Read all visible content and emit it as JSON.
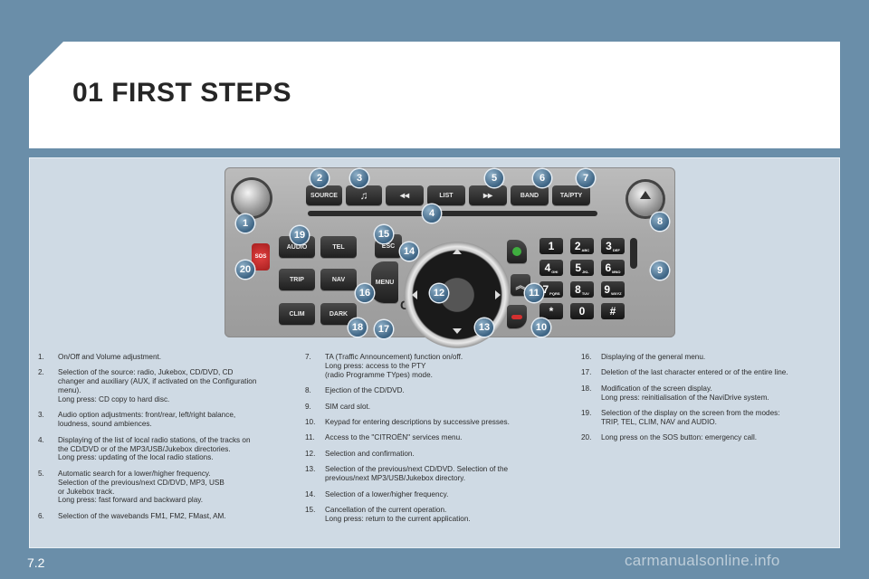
{
  "title": "01 FIRST STEPS",
  "device": {
    "buttons_top": [
      "SOURCE",
      "♫",
      "◂◂",
      "LIST",
      "▸▸",
      "BAND",
      "TA/PTY"
    ],
    "buttons_left": [
      "AUDIO",
      "TEL",
      "TRIP",
      "NAV",
      "CLIM",
      "DARK"
    ],
    "esc_label": "ESC",
    "menu_label": "MENU",
    "c_label": "C",
    "sos_label": "SOS",
    "keypad": [
      {
        "digit": "1",
        "letters": ""
      },
      {
        "digit": "2",
        "letters": "ABC"
      },
      {
        "digit": "3",
        "letters": "DEF"
      },
      {
        "digit": "4",
        "letters": "GHI"
      },
      {
        "digit": "5",
        "letters": "JKL"
      },
      {
        "digit": "6",
        "letters": "MNO"
      },
      {
        "digit": "7",
        "letters": "PQRS"
      },
      {
        "digit": "8",
        "letters": "TUV"
      },
      {
        "digit": "9",
        "letters": "WXYZ"
      },
      {
        "digit": "*",
        "letters": ""
      },
      {
        "digit": "0",
        "letters": ""
      },
      {
        "digit": "#",
        "letters": ""
      }
    ]
  },
  "callouts": [
    "1",
    "2",
    "3",
    "4",
    "5",
    "6",
    "7",
    "8",
    "9",
    "10",
    "11",
    "12",
    "13",
    "14",
    "15",
    "16",
    "17",
    "18",
    "19",
    "20"
  ],
  "columns": [
    [
      {
        "num": "1.",
        "text": "On/Off and Volume adjustment."
      },
      {
        "num": "2.",
        "text": "Selection of the source: radio, Jukebox, CD/DVD, CD\nchanger and auxiliary (AUX, if activated on the Configuration\nmenu).\nLong press: CD copy to hard disc."
      },
      {
        "num": "3.",
        "text": "Audio option adjustments: front/rear, left/right balance,\nloudness, sound ambiences."
      },
      {
        "num": "4.",
        "text": "Displaying of the list of local radio stations, of the tracks on\nthe CD/DVD or of the MP3/USB/Jukebox directories.\nLong press: updating of the local radio stations."
      },
      {
        "num": "5.",
        "text": "Automatic search for a lower/higher frequency.\nSelection of the previous/next CD/DVD, MP3, USB\nor Jukebox track.\nLong press: fast forward and backward play."
      },
      {
        "num": "6.",
        "text": "Selection of the wavebands FM1, FM2, FMast, AM."
      }
    ],
    [
      {
        "num": "7.",
        "text": "TA (Traffic Announcement) function on/off.\nLong press: access to the PTY\n(radio Programme TYpes) mode."
      },
      {
        "num": "8.",
        "text": "Ejection of the CD/DVD."
      },
      {
        "num": "9.",
        "text": "SIM card slot."
      },
      {
        "num": "10.",
        "text": "Keypad for entering descriptions by successive presses."
      },
      {
        "num": "11.",
        "text": "Access to the \"CITROËN\" services menu."
      },
      {
        "num": "12.",
        "text": "Selection and confirmation."
      },
      {
        "num": "13.",
        "text": "Selection of the previous/next CD/DVD. Selection of the\nprevious/next MP3/USB/Jukebox directory."
      },
      {
        "num": "14.",
        "text": "Selection of a lower/higher frequency."
      },
      {
        "num": "15.",
        "text": "Cancellation of the current operation.\nLong press: return to the current application."
      }
    ],
    [
      {
        "num": "16.",
        "text": "Displaying of the general menu."
      },
      {
        "num": "17.",
        "text": "Deletion of the last character entered or of the entire line."
      },
      {
        "num": "18.",
        "text": "Modification of the screen display.\nLong press: reinitialisation of the NaviDrive system."
      },
      {
        "num": "19.",
        "text": "Selection of the display on the screen from the modes:\nTRIP, TEL, CLIM, NAV and AUDIO."
      },
      {
        "num": "20.",
        "text": "Long press on the SOS button: emergency call."
      }
    ]
  ],
  "page_number": "7.2",
  "watermark": "carmanualsonline.info"
}
